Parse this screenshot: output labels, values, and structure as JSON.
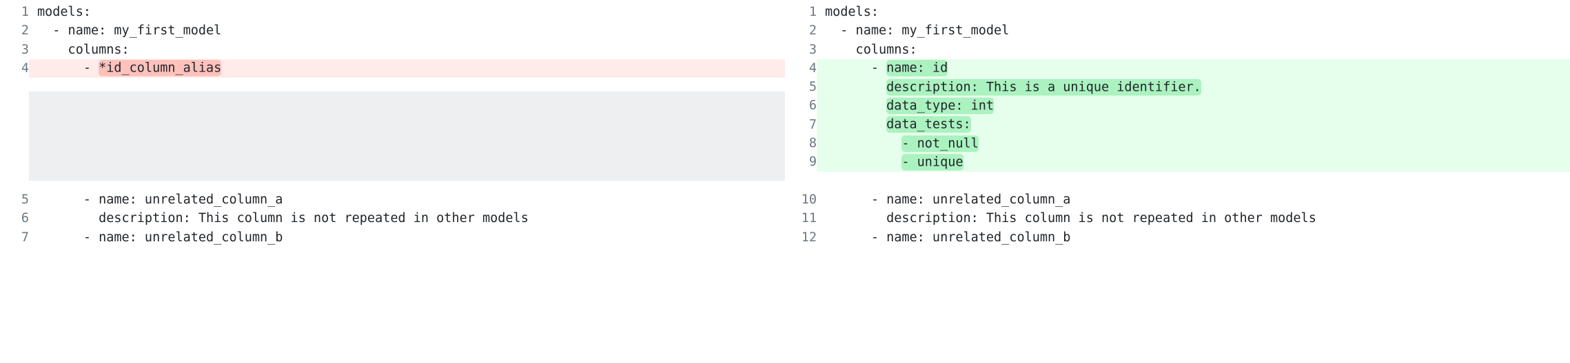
{
  "view": {
    "type": "side-by-side-diff",
    "language": "yaml",
    "colors": {
      "deletion_line_bg": "#ffebe9",
      "deletion_token_bg": "#ffc1bc",
      "addition_line_bg": "#e6ffec",
      "addition_token_bg": "#abf2c0",
      "filler_bg": "#eeeff1",
      "line_number_fg": "#6e7781",
      "code_fg": "#1f2328",
      "page_bg": "#ffffff"
    }
  },
  "left_pane": {
    "name": "before",
    "lines": [
      {
        "num": "1",
        "indent": "",
        "text": "models:",
        "type": "context",
        "highlight": null
      },
      {
        "num": "2",
        "indent": "",
        "text": "  - name: my_first_model",
        "type": "context",
        "highlight": null
      },
      {
        "num": "3",
        "indent": "",
        "text": "    columns:",
        "type": "context",
        "highlight": null
      },
      {
        "num": "4",
        "indent": "",
        "pre": "      - ",
        "hl": "*id_column_alias",
        "post": "",
        "text": "      - *id_column_alias",
        "type": "deletion",
        "highlight": "*id_column_alias"
      },
      {
        "num": "5",
        "indent": "",
        "text": "      - name: unrelated_column_a",
        "type": "context",
        "highlight": null
      },
      {
        "num": "6",
        "indent": "",
        "text": "        description: This column is not repeated in other models",
        "type": "context",
        "highlight": null
      },
      {
        "num": "7",
        "indent": "",
        "text": "      - name: unrelated_column_b",
        "type": "context",
        "highlight": null
      }
    ],
    "filler_rows": 5
  },
  "right_pane": {
    "name": "after",
    "lines": [
      {
        "num": "1",
        "pre": "",
        "hl": "",
        "post": "models:",
        "type": "context"
      },
      {
        "num": "2",
        "pre": "",
        "hl": "",
        "post": "  - name: my_first_model",
        "type": "context"
      },
      {
        "num": "3",
        "pre": "",
        "hl": "",
        "post": "    columns:",
        "type": "context"
      },
      {
        "num": "4",
        "pre": "      - ",
        "hl": "name: id",
        "post": "",
        "type": "addition"
      },
      {
        "num": "5",
        "pre": "        ",
        "hl": "description: This is a unique identifier.",
        "post": "",
        "type": "addition"
      },
      {
        "num": "6",
        "pre": "        ",
        "hl": "data_type: int",
        "post": "",
        "type": "addition"
      },
      {
        "num": "7",
        "pre": "        ",
        "hl": "data_tests:",
        "post": "",
        "type": "addition"
      },
      {
        "num": "8",
        "pre": "          ",
        "hl": "- not_null",
        "post": "",
        "type": "addition"
      },
      {
        "num": "9",
        "pre": "          ",
        "hl": "- unique",
        "post": "",
        "type": "addition"
      },
      {
        "num": "10",
        "pre": "",
        "hl": "",
        "post": "      - name: unrelated_column_a",
        "type": "context"
      },
      {
        "num": "11",
        "pre": "",
        "hl": "",
        "post": "        description: This column is not repeated in other models",
        "type": "context"
      },
      {
        "num": "12",
        "pre": "",
        "hl": "",
        "post": "      - name: unrelated_column_b",
        "type": "context"
      }
    ]
  }
}
